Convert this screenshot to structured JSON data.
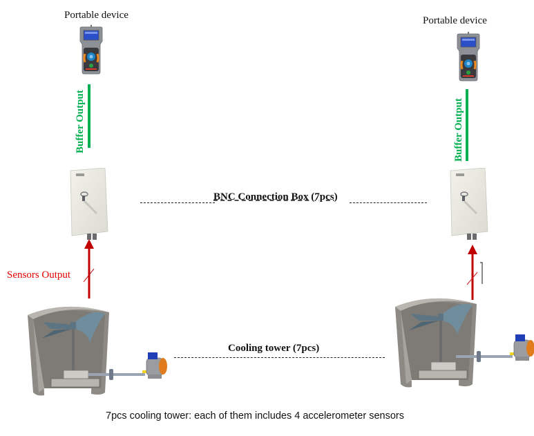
{
  "left": {
    "device_title": "Portable device",
    "buffer_label": "Buffer Output",
    "sensors_label": "Sensors Output"
  },
  "right": {
    "device_title": "Portable device",
    "buffer_label": "Buffer Output"
  },
  "connection_box_label": "BNC Connection Box (7pcs)",
  "cooling_tower_label": "Cooling tower (7pcs)",
  "caption": "7pcs cooling tower: each of them includes 4 accelerometer sensors",
  "colors": {
    "buffer_green": "#00b050",
    "sensor_red": "#c00000",
    "sensor_label_red": "#e00000"
  }
}
